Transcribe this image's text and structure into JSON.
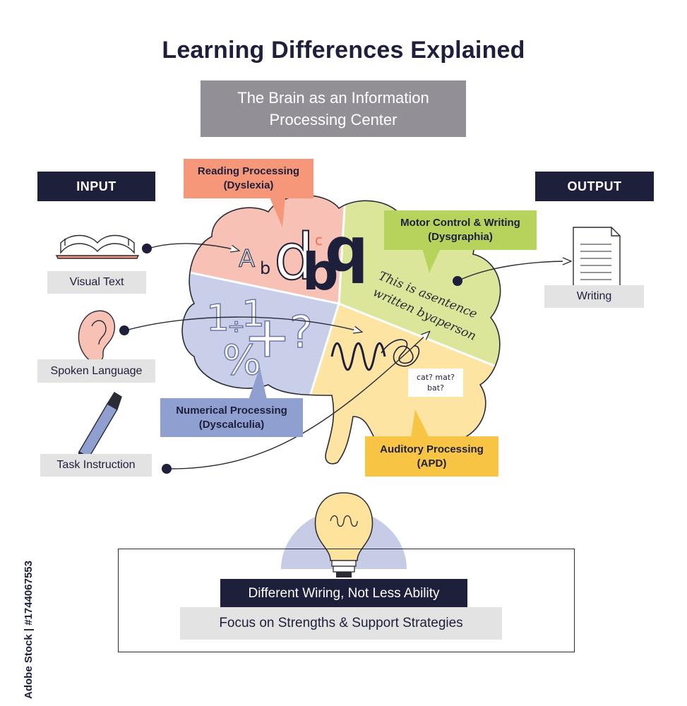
{
  "title": "Learning Differences Explained",
  "subtitle": "The Brain as an Information Processing Center",
  "input": {
    "header": "INPUT",
    "items": [
      {
        "label": "Visual Text",
        "icon": "open-book-icon"
      },
      {
        "label": "Spoken Language",
        "icon": "ear-icon"
      },
      {
        "label": "Task Instruction",
        "icon": "pen-icon"
      }
    ]
  },
  "output": {
    "header": "OUTPUT",
    "items": [
      {
        "label": "Writing",
        "icon": "document-icon"
      }
    ]
  },
  "regions": {
    "reading": {
      "name": "Reading Processing",
      "condition": "(Dyslexia)",
      "color": "#f8c1b5",
      "label_color": "#f79779"
    },
    "motor": {
      "name": "Motor Control & Writing",
      "condition": "(Dysgraphia)",
      "color": "#dbe69a",
      "label_color": "#b6d35b"
    },
    "numerical": {
      "name": "Numerical Processing",
      "condition": "(Dyscalculia)",
      "color": "#c9cfe8",
      "label_color": "#8f9fcf"
    },
    "auditory": {
      "name": "Auditory Processing",
      "condition": "(APD)",
      "color": "#fde4a3",
      "label_color": "#f8c444"
    }
  },
  "brain_text": {
    "letters": [
      "A",
      "b",
      "d",
      "c",
      "b",
      "q"
    ],
    "math": [
      "1",
      "÷",
      "1",
      "+",
      "?",
      "%"
    ],
    "handwriting": [
      "This is asentence",
      "written byaperson"
    ],
    "auditory_bubble": [
      "cat? mat?",
      "bat?"
    ]
  },
  "tagline": "Different Wiring, Not Less Ability",
  "subtagline": "Focus on Strengths & Support Strategies",
  "credit": "Adobe Stock | #1744067553",
  "colors": {
    "navy": "#1e1f3b",
    "grey": "#929096",
    "light_grey": "#e3e3e3",
    "bulb_circle": "#c6cbe6",
    "bulb": "#fde39c"
  }
}
